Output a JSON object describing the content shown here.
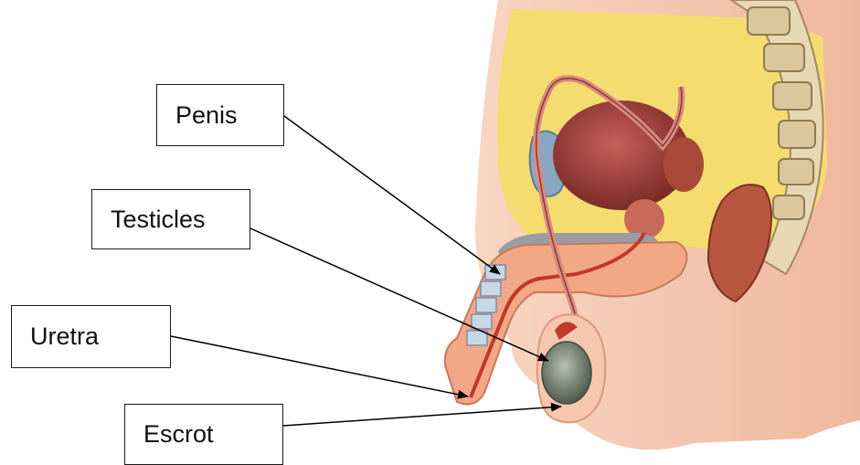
{
  "labels": {
    "penis": "Penis",
    "testicles": "Testicles",
    "uretra": "Uretra",
    "escrot": "Escrot"
  },
  "colors": {
    "skin": "#f6cdb6",
    "fat": "#f4dc6f",
    "bladder": "#a9433c",
    "spine": "#e8d7b3",
    "rectum": "#b8563f",
    "testis": "#7e8c7b",
    "tube": "#d98b80",
    "cartilage": "#b8c8d8",
    "leader_line": "#000000"
  }
}
